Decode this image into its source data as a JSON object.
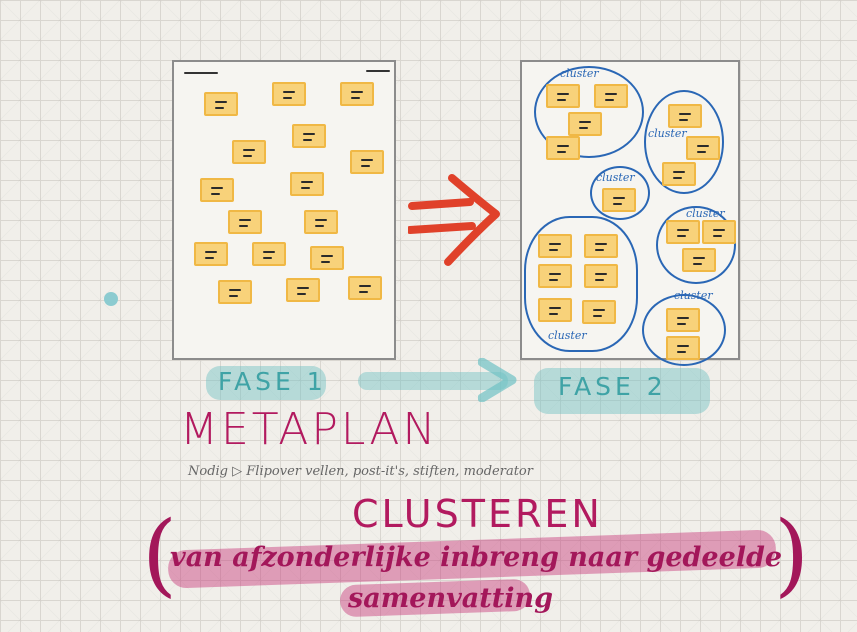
{
  "phase1": {
    "label": "FASE 1"
  },
  "phase2": {
    "label": "FASE 2"
  },
  "cluster_label": "cluster",
  "title": "METAPLAN",
  "subtitle": "Nodig ▷ Flipover vellen, post-it's, stiften, moderator",
  "heading": "CLUSTEREN",
  "description": {
    "open_paren": "(",
    "line1": "van afzonderlijke inbreng naar gedeelde",
    "line2": "samenvatting",
    "close_paren": ")"
  },
  "colors": {
    "sticky_note": "#f8d27a",
    "sticky_border": "#f0b845",
    "cluster_outline": "#2a67b5",
    "arrow_red": "#e0412a",
    "phase_teal": "#6fc2c4",
    "magenta_ink": "#b21a5f"
  }
}
